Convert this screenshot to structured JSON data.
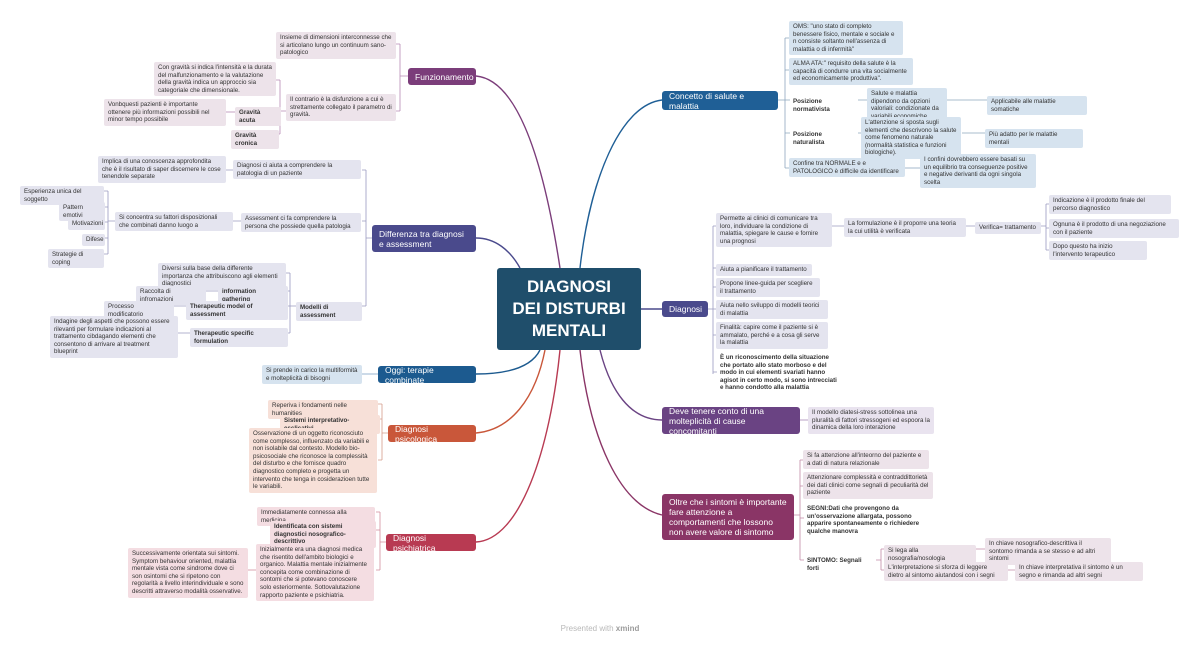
{
  "title_lines": [
    "DIAGNOSI",
    "DEI DISTURBI",
    "MENTALI"
  ],
  "footer": {
    "text": "Presented with",
    "brand": "xmind"
  },
  "right": {
    "salute": {
      "label": "Concetto di salute e malattia",
      "oms": "OMS: \"uno stato di completo benessere fisico, mentale e sociale e n consiste soltanto nell'assenza di malattia o di infermità\"",
      "alma": "ALMA ATA:\" requisito della salute è la capacità di condurre una vita socialmente ed economicamente produttiva\".",
      "normativista": "Posizione normativista",
      "normativista_desc": "Salute e malattia dipendono da opzioni valoriali: condizionate da variabili economiche, culturali e ideologiche.",
      "normativista_app": "Applicabile alle malattie somatiche",
      "naturalista": "Posizione naturalista",
      "naturalista_desc": "L'attenzione si sposta sugli elementi che descrivono la salute come fenomeno naturale (normalità statistica e funzioni biologiche).",
      "naturalista_app": "Più adatto per le malattie mentali",
      "confine": "Confine tra NORMALE e e PATOLOGICO è difficile da identificare",
      "confini": "I confini dovrebbero essere basati su un equilibrio tra conseguenze positive e negative derivanti da ogni singola scelta"
    },
    "diagnosi": {
      "label": "Diagnosi",
      "permette": "Permette ai clinici di comunicare tra loro, individuare la condizione di malattia, spiegare le cause e fornire una prognosi",
      "formulazione": "La formulazione è il proporre una teoria la cui utilità è verificata",
      "verifica": "Verifica= trattamento",
      "t1": "Indicazione è il prodotto finale del percorso diagnostico",
      "t2": "Ognuna è il prodotto di una negoziazione con il paziente",
      "t3": "Dopo questo ha inizio l'intervento terapeutico",
      "aiuta": "Aiuta a pianificare il trattamento",
      "propone": "Propone linee-guida  per scegliere il trattamento",
      "modelli": "Aiuta nello sviluppo di modelli teorici di malattia",
      "finalita": "Finalità: capire come il paziente si è ammalato, perché e a cosa gli serve la malattia",
      "riconoscimento": "È un riconoscimento della situazione che portato allo stato morboso e del modo  in cui elementi svariati hanno agisot in certo modo, si sono intrecciati e hanno condotto alla malattia"
    },
    "cause": {
      "label": "Deve tenere conto di una molteplicità di cause concomitanti",
      "desc": "Il modello diatesi-stress sottolinea una pluralità di fattori stressogeni ed espoora la dinamica della loro interazione"
    },
    "sintomi": {
      "label": "Oltre che i sintomi è importante fare attenzione a comportamenti che lossono non avere valore di sintomo",
      "s1": "Si fa attenzione all'inteorno del paziente e a dati di natura relazionale",
      "s2": "Attenzionare complessità e contraddittorietà dei dati clinici come segnali di peculiarità del paziente",
      "segni": "SEGNI:Dati che provengono da un'osservazione allargata, possono apparire spontaneamente o richiedere qualche manovra",
      "sintomo": "SINTOMO: Segnali forti",
      "lega": "Si lega alla nosografia/nosologia",
      "lega_desc": "In chiave nosografico-descrittiva il sontomo rimanda a se stesso e ad altri sintomi",
      "interp": "L'interpretazione si sforza di leggere dietro al sintomo aiutandosi con i segni",
      "interp_desc": "In chiave interpretativa il sintomo è un segno e rimanda ad altri segni"
    }
  },
  "left": {
    "funz": {
      "label": "Funzionamento",
      "insieme": "Insieme di dimensioni interconnesse che si articolano lungo un continuum sano-patologico",
      "contrario": "Il contrario è la disfunzione a cui è strettamente collegato il parametro di gravità.",
      "con_gravita": "Con gravità si indica l'intensità e la durata del malfunzionamento e la valutazione della gravità indica un approccio sia categoriale che dimensionale.",
      "vonbquesti": "Vonbquesti pazienti è importante ottenere più informazioni possibili nel minor tempo possibile",
      "acuta": "Gravità acuta",
      "cronica": "Gravità cronica"
    },
    "diff": {
      "label": "Differenza tra diagnosi e assessment",
      "implica": "Implica di una conoscenza approfondita che è il risultato di saper discernere le cose tenendole separate",
      "diagnosi_aiuta": "Diagnosi ci aiuta a comprendere la patologia di un paziente",
      "esperienza": "Esperienza unica del soggetto",
      "pattern": "Pattern emotivi",
      "motivazioni": "Motivazioni",
      "difese": "Difese",
      "strategie": "Strategie di coping",
      "fattori": "Si concentra su fattori disposizionali che combinati danno luogo a",
      "assessment": "Assessment ci fa comprendere la persona che possiede quella patologia",
      "diversi": "Diversi sulla base della differente importanza che attribuiscono agli elementi diagnostici",
      "raccolta": "Raccolta di infromazioni",
      "info": "information gathering",
      "processo": "Processo modificatorio",
      "tma": "Therapeutic model of assessment",
      "modelli": "Modelli di assessment",
      "indagine": "Indagine degli aspetti che possono essere rilevanti per formulare indicazioni al trattamento cibdagando elementi che consentono di arrivare al treatment blueprint",
      "tf": "Therapeutic specific formulation"
    },
    "oggi": {
      "label": "Oggi: terapie combinate",
      "desc": "Si prende in carico la multiformità e molteplicità di bisogni"
    },
    "psicologica": {
      "label": "Diagnosi psicologica",
      "reperiva": "Reperiva i fondamenti nelle humanities",
      "sistemi": "Sistemi interpretativo-esclicativi",
      "osservazione": "Osservazione di un oggetto riconosciuto come complesso, influenzato da variabili e non isolabile dal contesto. Modello bio-psicosociale che riconosce la complessità del disturbo e che fornisce quadro diagnostico completo e progetta un intervento che tenga in cosiderazioen tutte le variabili."
    },
    "psichiatrica": {
      "label": "Diagnosi psichiatrica",
      "immediatamente": "Immediatamente connessa alla medicina",
      "identificata": "Identificata con sistemi diagnostici nosografico-descrittivo",
      "successivamente": "Successivamente orientata sui sintomi. Symptom behaviour oriented, malattia mentale vista come sindrome dove ci son osintomi che si ripetono con regolarità a livello interindividuale e sono descritti attraverso modalità osservative.",
      "inizialmente": "Inizialmente era una diagnosi medica che risentito dell'ambito biologici e organico. Malattia mentale inizialmente concepita come combinazione di sontomi che si potevano conoscere solo esteriormente. Sottovalutazione rapporto paziente e psichiatria."
    }
  },
  "colors": {
    "center": "#1f4e6b",
    "blue": "#1f5f96",
    "purple": "#6a4383",
    "indigo": "#4a4a8c",
    "navy": "#1c5a8f",
    "orange": "#c9573a",
    "crimson": "#b83a52",
    "violet": "#7b3d7a",
    "mauve": "#8a3566"
  }
}
